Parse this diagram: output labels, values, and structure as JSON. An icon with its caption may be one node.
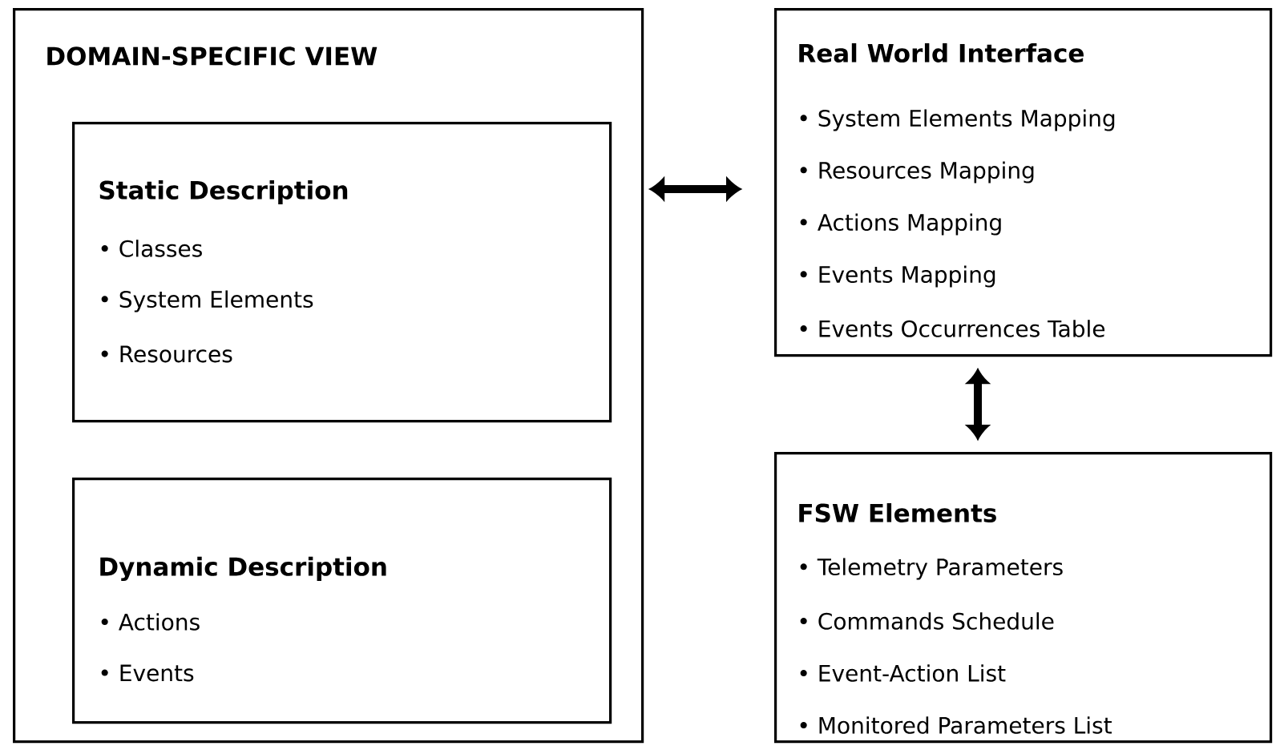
{
  "diagram": {
    "nodes": [
      {
        "text": [
          "DOMAIN-SPECIFIC VIEW"
        ]
      },
      {
        "text": [
          "Static Description",
          "• Classes",
          "• System Elements",
          "• Resources"
        ],
        "in": 0
      },
      {
        "text": [
          "Dynamic Description",
          "• Actions",
          "• Events"
        ],
        "in": 0
      },
      {
        "text": [
          "Real World Interface",
          "• System Elements Mapping",
          "• Resources Mapping",
          "• Actions Mapping",
          "• Events Mapping",
          "• Events Occurrences Table"
        ]
      },
      {
        "text": [
          "FSW Elements",
          "• Telemetry Parameters",
          "• Commands Schedule",
          "• Event-Action List",
          "• Monitored Parameters List"
        ]
      }
    ],
    "edges": [
      {
        "from": 0,
        "to": 3,
        "arrow": "both"
      },
      {
        "from": 3,
        "to": 4,
        "arrow": "both"
      }
    ]
  }
}
